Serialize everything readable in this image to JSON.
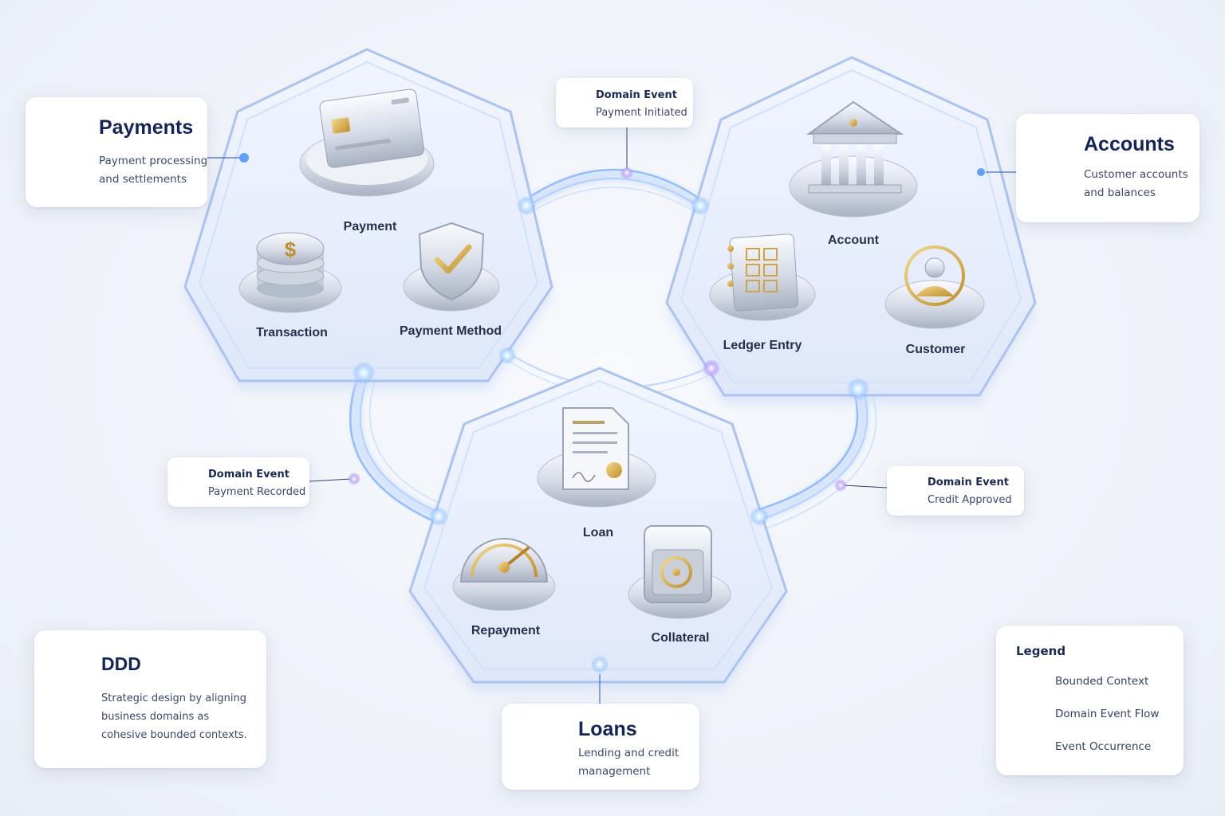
{
  "contexts": [
    {
      "id": "payments",
      "title": "Payments",
      "description": "Payment processing and settlements",
      "icon": "credit-card-icon"
    },
    {
      "id": "accounts",
      "title": "Accounts",
      "description": "Customer accounts and balances",
      "icon": "bank-icon"
    },
    {
      "id": "loans",
      "title": "Loans",
      "description": "Lending and credit management",
      "icon": "document-icon"
    }
  ],
  "entities": {
    "payments": [
      "Payment",
      "Transaction",
      "Payment Method"
    ],
    "accounts": [
      "Account",
      "Ledger Entry",
      "Customer"
    ],
    "loans": [
      "Loan",
      "Repayment",
      "Collateral"
    ]
  },
  "events": [
    {
      "title": "Domain Event",
      "name": "Payment Initiated",
      "icon": "lightning-icon"
    },
    {
      "title": "Domain Event",
      "name": "Payment Recorded",
      "icon": "lightning-icon"
    },
    {
      "title": "Domain Event",
      "name": "Credit Approved",
      "icon": "lightning-icon"
    }
  ],
  "ddd": {
    "title": "DDD",
    "description": "Strategic design by aligning business domains as cohesive bounded contexts.",
    "icon": "hexagon-outline-icon"
  },
  "legend": {
    "title": "Legend",
    "items": [
      {
        "label": "Bounded Context",
        "icon": "hexagon-icon"
      },
      {
        "label": "Domain Event Flow",
        "icon": "event-flow-icon"
      },
      {
        "label": "Event Occurrence",
        "icon": "event-dot-icon"
      }
    ]
  },
  "colors": {
    "accent": "#5b8cf0",
    "glow": "#7fb0ff",
    "title": "#13245a",
    "event": "#8a6cf0"
  }
}
